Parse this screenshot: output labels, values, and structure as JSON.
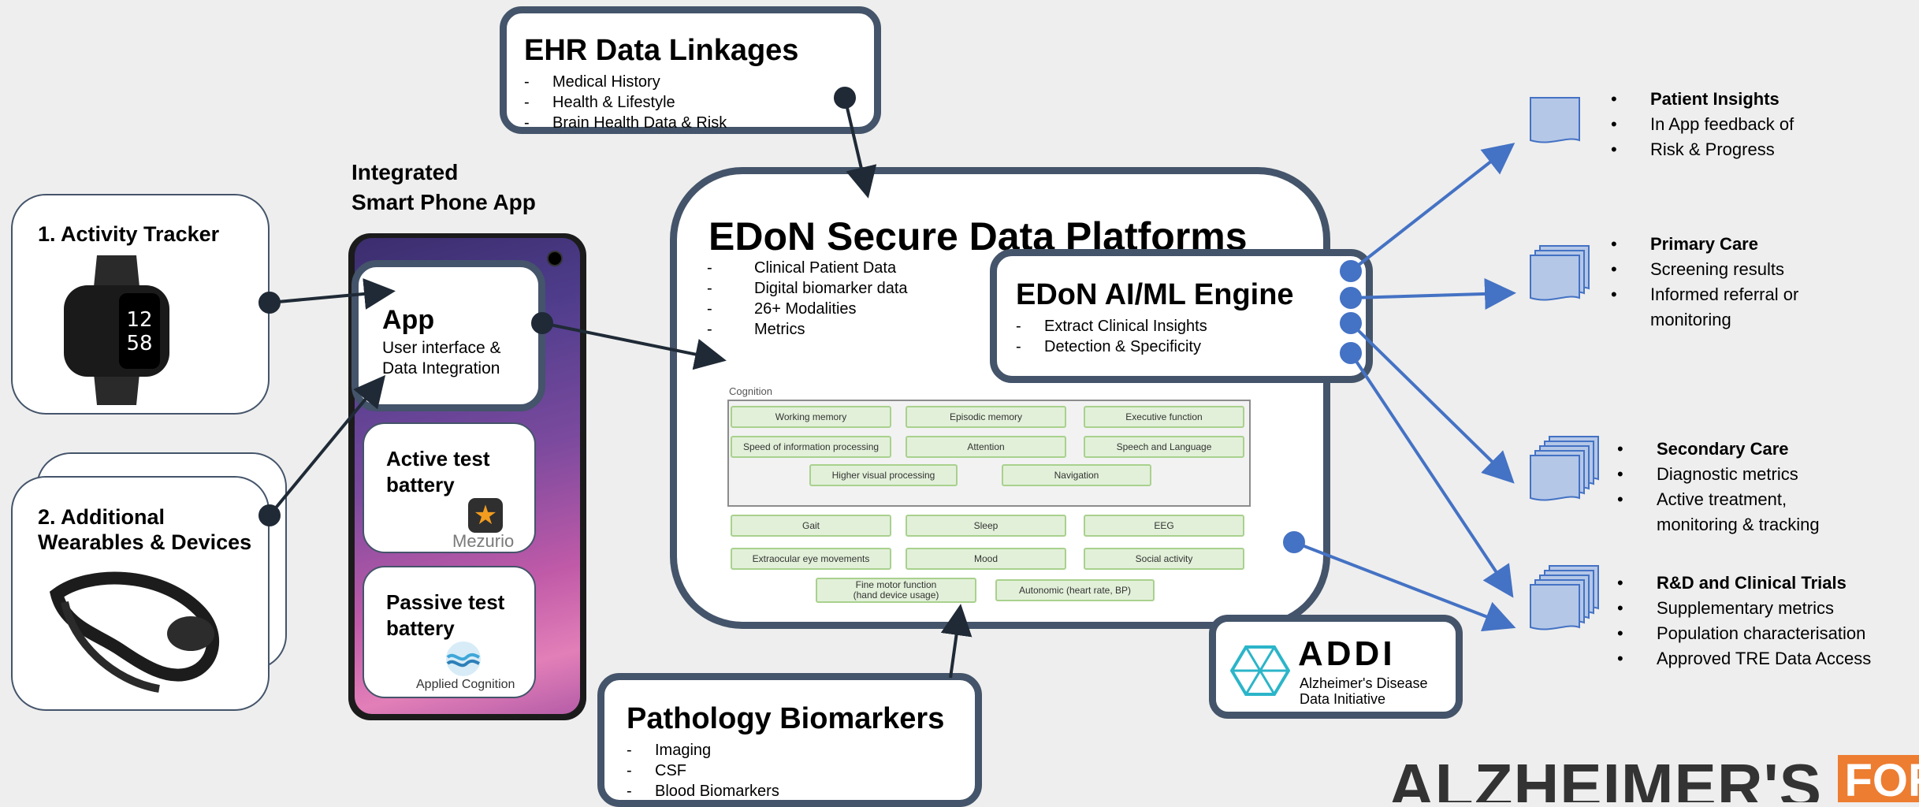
{
  "ehr": {
    "title": "EHR Data Linkages",
    "items": [
      "Medical History",
      "Health & Lifestyle",
      "Brain Health Data & Risk"
    ]
  },
  "phone_app": {
    "heading_line1": "Integrated",
    "heading_line2": "Smart Phone App"
  },
  "activity_tracker": {
    "label": "1. Activity Tracker",
    "watch_time": "12",
    "watch_min": "58"
  },
  "wearables": {
    "label_line1": "2. Additional",
    "label_line2": "Wearables & Devices"
  },
  "app_box": {
    "title": "App",
    "subtitle_line1": "User interface &",
    "subtitle_line2": "Data Integration"
  },
  "active_test": {
    "title_line1": "Active test",
    "title_line2": "battery",
    "logo": "Mezurio",
    "icon": "star-icon"
  },
  "passive_test": {
    "title_line1": "Passive test",
    "title_line2": "battery",
    "logo": "Applied Cognition",
    "icon": "wave-icon"
  },
  "platform": {
    "title": "EDoN Secure Data Platforms",
    "items": [
      "Clinical Patient Data",
      "Digital biomarker data",
      "26+ Modalities",
      "Metrics"
    ],
    "cognition_label": "Cognition",
    "cognition_tags": [
      "Working memory",
      "Episodic memory",
      "Executive function",
      "Speed of information processing",
      "Attention",
      "Speech and Language",
      "Higher visual processing",
      "Navigation"
    ],
    "other_tags": [
      "Gait",
      "Sleep",
      "EEG",
      "Extraocular eye movements",
      "Mood",
      "Social activity",
      "Fine motor function",
      "(hand device usage)",
      "Autonomic (heart rate, BP)"
    ]
  },
  "engine": {
    "title": "EDoN AI/ML Engine",
    "items": [
      "Extract Clinical Insights",
      "Detection & Specificity"
    ]
  },
  "pathology": {
    "title": "Pathology Biomarkers",
    "items": [
      "Imaging",
      "CSF",
      "Blood Biomarkers"
    ]
  },
  "addi": {
    "wordmark": "ADDI",
    "line1": "Alzheimer's Disease",
    "line2": "Data Initiative"
  },
  "outputs": {
    "patient": [
      "Patient Insights",
      "In App feedback of",
      "Risk & Progress"
    ],
    "primary": [
      "Primary Care",
      "Screening results",
      "Informed referral or",
      "monitoring"
    ],
    "secondary": [
      "Secondary Care",
      "Diagnostic metrics",
      "Active treatment,",
      "monitoring & tracking"
    ],
    "research": [
      "R&D and Clinical Trials",
      "Supplementary metrics",
      "Population characterisation",
      "Approved TRE Data Access"
    ]
  },
  "footer_logo": {
    "main": "ALZHEIMER'S",
    "accent": "FOR A"
  },
  "colors": {
    "dark_border": "#44546a",
    "arrow_blue": "#4472c4",
    "doc_fill": "#b4c7e7",
    "tag_fill": "#e2f0d9",
    "tag_border": "#a9d18e",
    "accent_orange": "#ed7d31"
  }
}
